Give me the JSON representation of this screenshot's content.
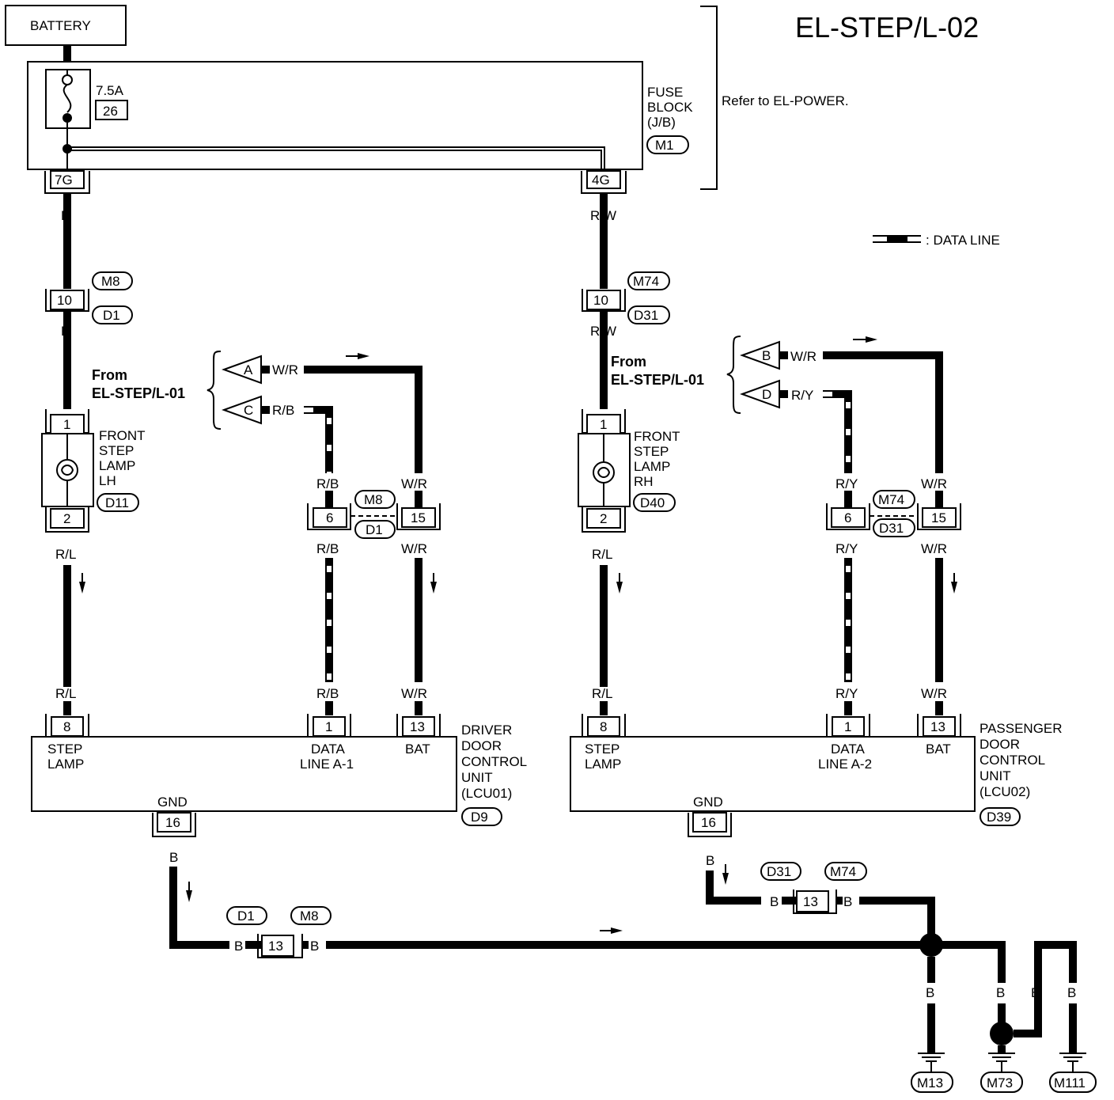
{
  "title": "EL-STEP/L-02",
  "battery": {
    "label": "BATTERY"
  },
  "fuse": {
    "rating": "7.5A",
    "number": "26"
  },
  "fuse_block": {
    "label_lines": [
      "FUSE",
      "BLOCK",
      "(J/B)"
    ],
    "connector": "M1",
    "terminal_left": "7G",
    "terminal_right": "4G",
    "note": "Refer to EL-POWER."
  },
  "legend": {
    "data_line": ": DATA LINE"
  },
  "from_label": [
    "From",
    "EL-STEP/L-01"
  ],
  "left": {
    "supply_color_1": "R",
    "supply_color_2": "R",
    "joint": {
      "pin": "10",
      "conn_a": "M8",
      "conn_b": "D1"
    },
    "lamp": {
      "pin_top": "1",
      "pin_bottom": "2",
      "label_lines": [
        "FRONT",
        "STEP",
        "LAMP",
        "LH"
      ],
      "connector": "D11"
    },
    "lamp_out_color_1": "R/L",
    "lamp_out_color_2": "R/L",
    "inputs": [
      {
        "letter": "A",
        "color": "W/R"
      },
      {
        "letter": "C",
        "color": "R/B"
      }
    ],
    "joint2": {
      "pin_a": "6",
      "pin_b": "15",
      "conn_a": "M8",
      "conn_b": "D1"
    },
    "rb_1": "R/B",
    "rb_2": "R/B",
    "rb_3": "R/B",
    "wr_1": "W/R",
    "wr_2": "W/R",
    "wr_3": "W/R",
    "unit": {
      "pin_step": "8",
      "pin_data": "1",
      "pin_bat": "13",
      "pin_gnd": "16",
      "step_label": [
        "STEP",
        "LAMP"
      ],
      "data_label": [
        "DATA",
        "LINE A-1"
      ],
      "bat_label": "BAT",
      "gnd_label": "GND",
      "name_lines": [
        "DRIVER",
        "DOOR",
        "CONTROL",
        "UNIT",
        "(LCU01)"
      ],
      "connector": "D9"
    },
    "gnd_color": "B",
    "gnd_joint": {
      "pin": "13",
      "conn_a": "D1",
      "conn_b": "M8",
      "color_in": "B",
      "color_out": "B"
    }
  },
  "right": {
    "supply_color_1": "R/W",
    "supply_color_2": "R/W",
    "joint": {
      "pin": "10",
      "conn_a": "M74",
      "conn_b": "D31"
    },
    "lamp": {
      "pin_top": "1",
      "pin_bottom": "2",
      "label_lines": [
        "FRONT",
        "STEP",
        "LAMP",
        "RH"
      ],
      "connector": "D40"
    },
    "lamp_out_color_1": "R/L",
    "lamp_out_color_2": "R/L",
    "inputs": [
      {
        "letter": "B",
        "color": "W/R"
      },
      {
        "letter": "D",
        "color": "R/Y"
      }
    ],
    "joint2": {
      "pin_a": "6",
      "pin_b": "15",
      "conn_a": "M74",
      "conn_b": "D31"
    },
    "ry_1": "R/Y",
    "ry_2": "R/Y",
    "ry_3": "R/Y",
    "wr_1": "W/R",
    "wr_2": "W/R",
    "wr_3": "W/R",
    "unit": {
      "pin_step": "8",
      "pin_data": "1",
      "pin_bat": "13",
      "pin_gnd": "16",
      "step_label": [
        "STEP",
        "LAMP"
      ],
      "data_label": [
        "DATA",
        "LINE A-2"
      ],
      "bat_label": "BAT",
      "gnd_label": "GND",
      "name_lines": [
        "PASSENGER",
        "DOOR",
        "CONTROL",
        "UNIT",
        "(LCU02)"
      ],
      "connector": "D39"
    },
    "gnd_color": "B",
    "gnd_joint": {
      "pin": "13",
      "conn_a": "D31",
      "conn_b": "M74",
      "color_in": "B",
      "color_out": "B"
    }
  },
  "grounds": [
    {
      "color": "B",
      "connector": "M13"
    },
    {
      "color": "B",
      "connector": "M73"
    },
    {
      "color": "B",
      "connector": "M111"
    }
  ],
  "ground_jump_color": "B"
}
